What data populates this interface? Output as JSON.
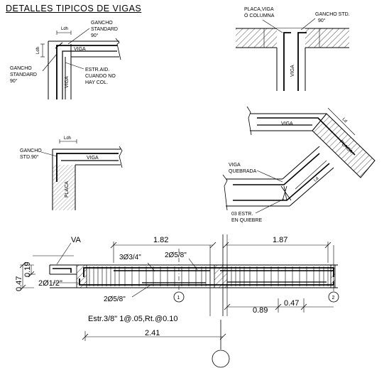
{
  "title": "DETALLES TIPICOS DE VIGAS",
  "detail1": {
    "ldh": "Ldh",
    "gancho_standard_top": [
      "GANCHO",
      "STANDARD",
      "90°"
    ],
    "viga": "VIGA",
    "gancho_standard_left": [
      "GANCHO",
      "STANDARD",
      "90°"
    ],
    "estr_aid": [
      "ESTR.AID.",
      "CUANDO NO",
      "HAY COL."
    ]
  },
  "detail2": {
    "placa": [
      "PLACA,VIGA",
      "Ó COLUMNA"
    ],
    "gancho": [
      "GANCHO STD.",
      "90°"
    ],
    "viga": "VIGA"
  },
  "detail3": {
    "ldh": "Ldh",
    "gancho": [
      "GANCHO",
      "STD.90°"
    ],
    "viga": "VIGA",
    "placa": "PLACA"
  },
  "detail4": {
    "viga": "VIGA",
    "placa": "PLACA",
    "ld1": "Ld",
    "ld2": "Ld",
    "viga_quebrada": [
      "VIGA",
      "QUEBRADA"
    ],
    "estr": [
      "03 ESTR.",
      "EN QUIEBRE"
    ]
  },
  "beam": {
    "va": "VA",
    "dim_182": "1.82",
    "dim_187": "1.87",
    "bars_top_left": "3Ø3/4\"",
    "bars_top_right": "2Ø5/8\"",
    "dim_047": "0.47",
    "dim_019": "0.19",
    "bars_left": "2Ø1/2\"",
    "bars_bottom": "2Ø5/8\"",
    "axis1": "1",
    "axis2": "2",
    "dim_089": "0.89",
    "dim_047b": "0.47",
    "stirrups": "Estr.3/8\" 1@.05,Rt.@0.10",
    "dim_241": "2.41"
  }
}
